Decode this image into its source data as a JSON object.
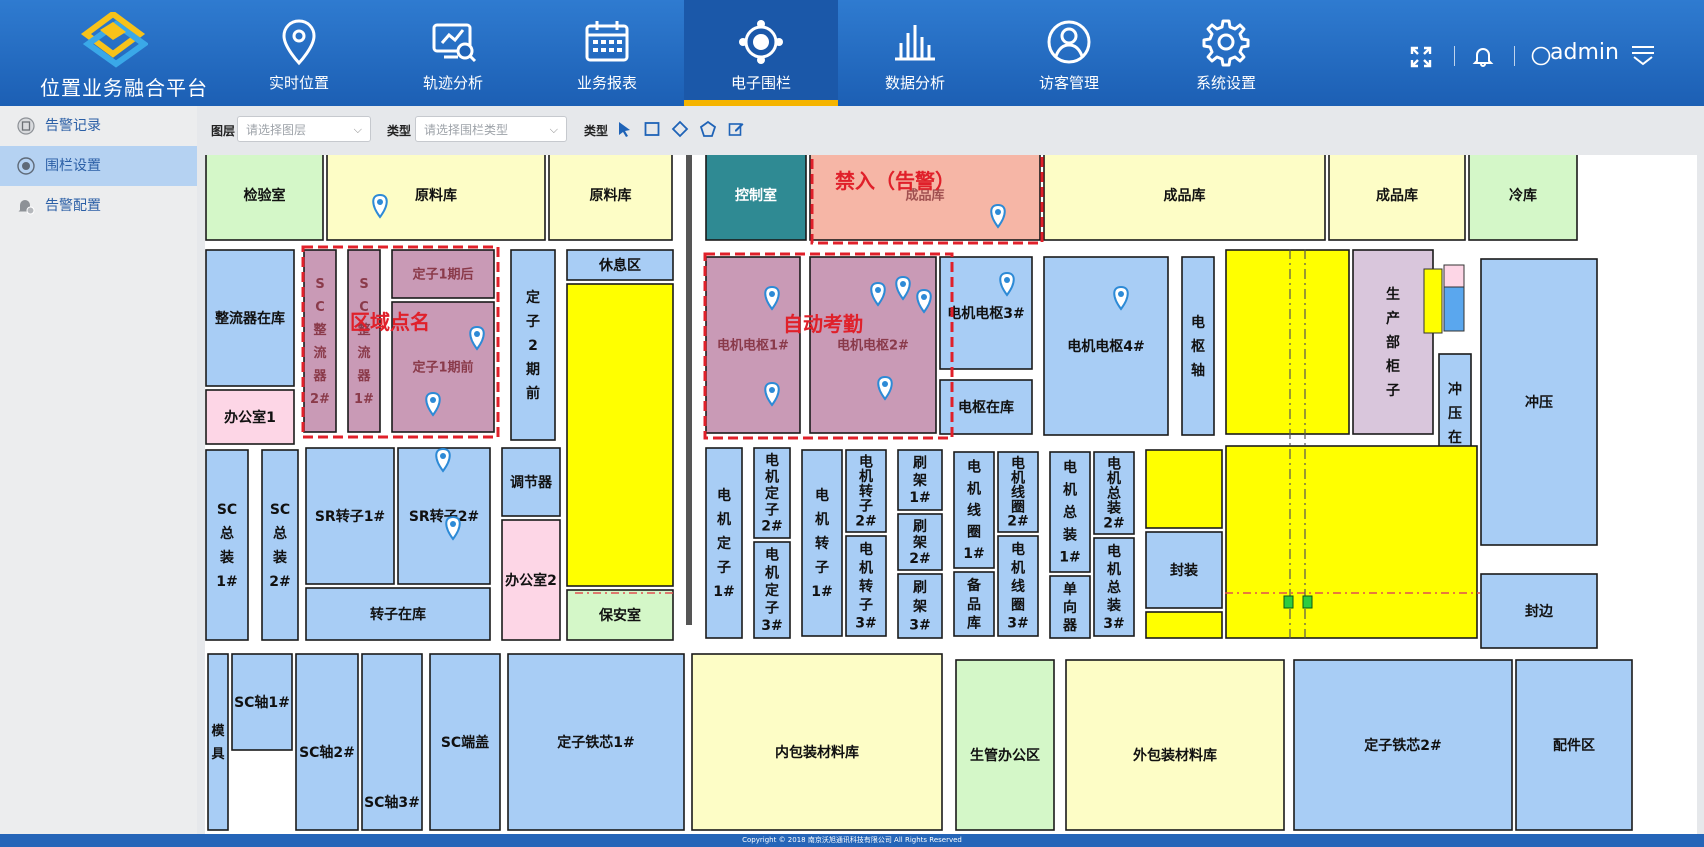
{
  "app": {
    "title": "位置业务融合平台",
    "user": "admin",
    "footer": "Copyright © 2018   南京沃旭通讯科技有限公司 All Rights Reserved"
  },
  "nav": [
    {
      "label": "实时位置",
      "icon": "location-pin-icon"
    },
    {
      "label": "轨迹分析",
      "icon": "track-analysis-icon"
    },
    {
      "label": "业务报表",
      "icon": "calendar-report-icon"
    },
    {
      "label": "电子围栏",
      "icon": "fence-icon",
      "active": true
    },
    {
      "label": "数据分析",
      "icon": "bar-chart-icon"
    },
    {
      "label": "访客管理",
      "icon": "user-circle-icon"
    },
    {
      "label": "系统设置",
      "icon": "gear-icon"
    }
  ],
  "sidebar": [
    {
      "label": "告警记录",
      "icon": "record-icon"
    },
    {
      "label": "围栏设置",
      "icon": "target-icon",
      "active": true
    },
    {
      "label": "告警配置",
      "icon": "bell-config-icon"
    }
  ],
  "toolbar": {
    "layer_label": "图层",
    "layer_placeholder": "请选择图层",
    "type_label": "类型",
    "type_placeholder": "请选择围栏类型",
    "tool_label": "类型",
    "tools": [
      "pointer-tool-icon",
      "rectangle-tool-icon",
      "diamond-tool-icon",
      "polygon-tool-icon",
      "edit-tool-icon"
    ]
  },
  "colors": {
    "header": "#2f7bd0",
    "accent": "#f5b400",
    "fence_red": "#e0202a",
    "room_blue": "#a8cdf5",
    "room_yellow": "#ffff00",
    "room_cream": "#fdfdc6",
    "room_green": "#d4f7c8",
    "room_pink": "#fdd6e6"
  },
  "fences": [
    {
      "label": "禁入（告警）"
    },
    {
      "label": "区域点名"
    },
    {
      "label": "自动考勤"
    }
  ],
  "rooms": [
    "检验室",
    "原料库",
    "原料库",
    "控制室",
    "成品库",
    "成品库",
    "成品库",
    "冷库",
    "整流器在库",
    "办公室1",
    "S C 整 流 器 2#",
    "S C 整 流 器 1#",
    "定子1期后",
    "定子1期前",
    "定 子 2 期 前",
    "休息区",
    "电机电枢1#",
    "电机电枢2#",
    "电机电枢3#",
    "电枢在库",
    "电机电枢4#",
    "电 枢 轴",
    "生 产 部 柜 子",
    "冲 压 在 库",
    "冲压",
    "SC 总 装 1#",
    "SC 总 装 2#",
    "SR转子1#",
    "SR转子2#",
    "转子在库",
    "调节器",
    "办公室2",
    "保安室",
    "电 机 定 子 1#",
    "电 机 定 子 2#",
    "电 机 定 子 3#",
    "电 机 转 子 1#",
    "电 机 转 子 2#",
    "电 机 转 子 3#",
    "刷 架 1#",
    "刷 架 2#",
    "刷 架 3#",
    "电 机 线 圈 1#",
    "备 品 库",
    "电 机 线 圈 2#",
    "电 机 线 圈 3#",
    "电 机 总 装 1#",
    "单 向 器",
    "电 机 总 装 2#",
    "电 机 总 装 3#",
    "封装",
    "封边",
    "模 具",
    "SC轴1#",
    "SC轴2#",
    "SC轴3#",
    "SC端盖",
    "定子铁芯1#",
    "内包装材料库",
    "生管办公区",
    "外包装材料库",
    "定子铁芯2#",
    "配件区"
  ]
}
